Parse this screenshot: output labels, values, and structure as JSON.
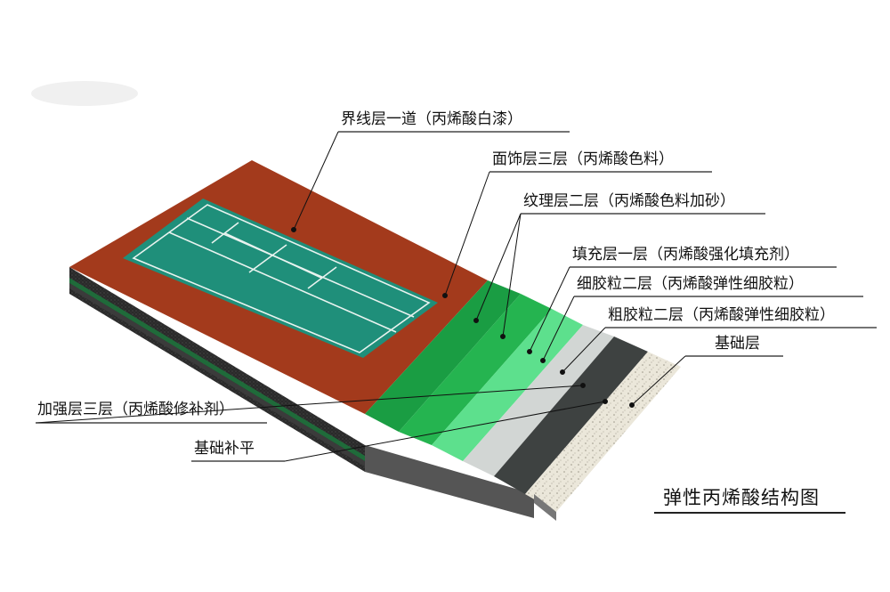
{
  "diagram": {
    "caption": "弹性丙烯酸结构图",
    "labels": {
      "line_layer": "界线层一道（丙烯酸白漆）",
      "surface_layer": "面饰层三层（丙烯酸色料）",
      "texture_layer": "纹理层二层（丙烯酸色料加砂）",
      "filler_layer": "填充层一层（丙烯酸强化填充剂）",
      "fine_granule_layer": "细胶粒二层（丙烯酸弹性细胶粒）",
      "coarse_granule_layer": "粗胶粒二层（丙烯酸弹性细胶粒）",
      "base_layer": "基础层",
      "reinforcement_layer": "加强层三层（丙烯酸修补剂）",
      "base_leveling": "基础补平"
    },
    "colors": {
      "court_outer": "#a33a1c",
      "court_inner": "#1f8f7a",
      "court_lines": "#e8f3ef",
      "surface_green": "#1e9a3e",
      "texture_green": "#2fc25b",
      "filler_green": "#5fe08a",
      "fine_granule": "#c9cfcc",
      "coarse_granule": "#3a3d3c",
      "base_speckled": "#e9e5d8",
      "side_dark": "#2b2b2b"
    }
  }
}
